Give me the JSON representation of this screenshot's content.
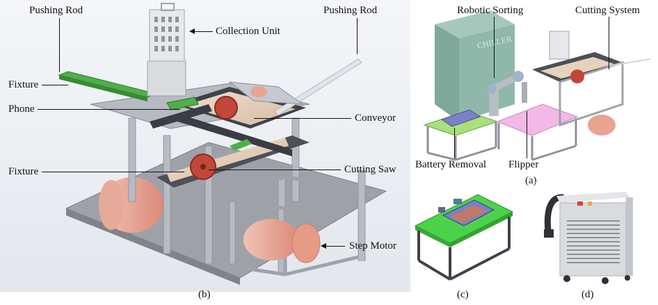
{
  "panel_b": {
    "labels": {
      "pushing_rod_left": "Pushing Rod",
      "pushing_rod_right": "Pushing Rod",
      "collection_unit": "Collection Unit",
      "fixture_top": "Fixture",
      "phone": "Phone",
      "conveyor": "Conveyor",
      "fixture_bottom": "Fixture",
      "cutting_saw": "Cutting Saw",
      "step_motor": "Step Motor"
    },
    "caption": "(b)"
  },
  "panel_a": {
    "labels": {
      "robotic_sorting": "Robotic Sorting",
      "cutting_system": "Cutting System",
      "battery_removal": "Battery Removal",
      "flipper": "Flipper",
      "chiller_text": "CHILLER"
    },
    "caption": "(a)"
  },
  "panel_c": {
    "caption": "(c)"
  },
  "panel_d": {
    "caption": "(d)"
  },
  "colors": {
    "fixture_green": "#4fb04a",
    "table_green": "#a9e07a",
    "flipper_pink": "#f3b7e8",
    "chiller_teal": "#8fb8aa",
    "motor_salmon": "#e8a393",
    "frame_gray": "#a8acb4",
    "saw_red": "#c2463a"
  }
}
